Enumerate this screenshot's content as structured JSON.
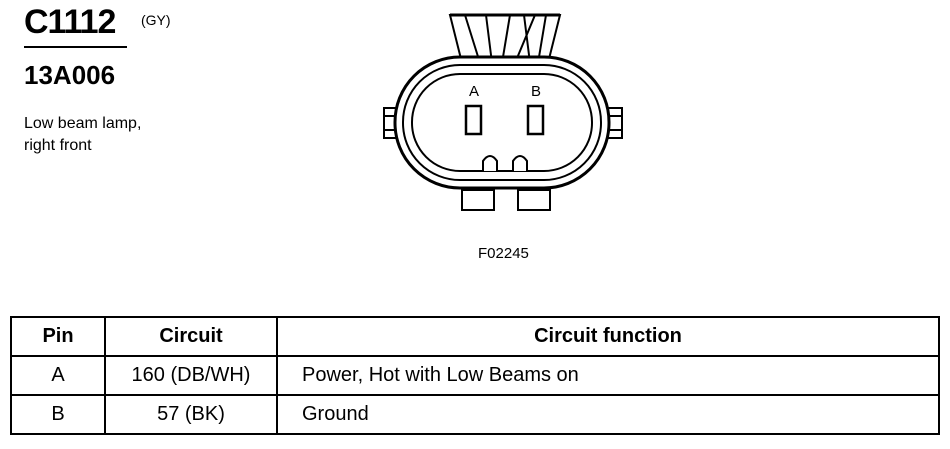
{
  "header": {
    "connector_id": "C1112",
    "color_code": "(GY)",
    "part_number": "13A006",
    "description_line1": "Low beam lamp,",
    "description_line2": "right front"
  },
  "diagram": {
    "pin_a_label": "A",
    "pin_b_label": "B",
    "figure_code": "F02245"
  },
  "table": {
    "headers": [
      "Pin",
      "Circuit",
      "Circuit function"
    ],
    "rows": [
      {
        "pin": "A",
        "circuit": "160 (DB/WH)",
        "function": "Power, Hot with Low Beams on"
      },
      {
        "pin": "B",
        "circuit": "57 (BK)",
        "function": "Ground"
      }
    ]
  }
}
